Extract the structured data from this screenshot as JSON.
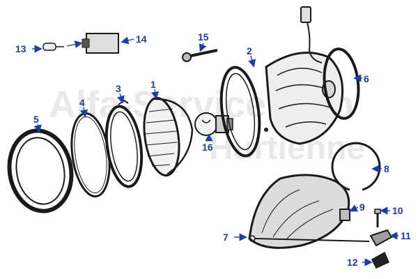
{
  "watermark": {
    "line1": "Alfa-Service.com",
    "line2": "Hurtienne"
  },
  "callouts": {
    "c1": "1",
    "c2": "2",
    "c3": "3",
    "c4": "4",
    "c5": "5",
    "c6": "6",
    "c7": "7",
    "c8": "8",
    "c9": "9",
    "c10": "10",
    "c11": "11",
    "c12": "12",
    "c13": "13",
    "c14": "14",
    "c15": "15",
    "c16": "16"
  },
  "colors": {
    "callout": "#1c3ea8",
    "ink": "#1a1a1a",
    "watermark": "#e9e9e9"
  }
}
